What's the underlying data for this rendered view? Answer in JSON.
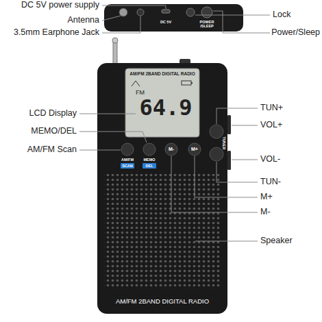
{
  "diagram": {
    "labels": [
      "DC 5V power supply",
      "Antenna",
      "3.5mm Earphone Jack",
      "DC 5V",
      "POWER /SLEEP",
      "Lock",
      "Power/Sleep",
      "AM/FM 2BAND DIGITAL RADIO",
      "FM",
      "64.9",
      "LCD Display",
      "MEMO/DEL",
      "AM/FM Scan",
      "AM/FM",
      "SCAN",
      "MEMO",
      "DEL",
      "M-",
      "M+",
      "TUNER",
      "TUN+",
      "VOL+",
      "VOL-",
      "TUN-",
      "M+",
      "M-",
      "Speaker",
      "AM/FM 2BAND DIGITAL RADIO"
    ]
  }
}
